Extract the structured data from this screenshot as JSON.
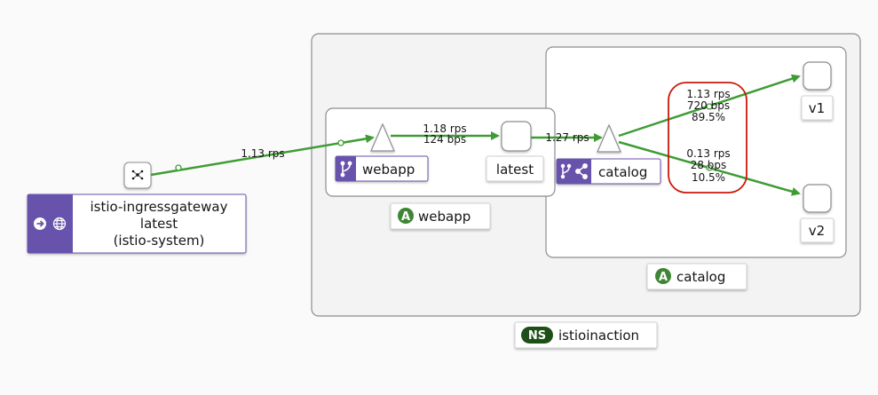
{
  "colors": {
    "edge": "#3f9c35",
    "highlight": "#c9190b",
    "app_badge": "#3e8635",
    "ns_badge": "#1e4f18",
    "service_purple": "#6753ac",
    "box_border": "#8a8d90",
    "box_fill": "#f3f3f3"
  },
  "ingress": {
    "name": "istio-ingressgateway",
    "version": "latest",
    "namespace": "(istio-system)",
    "icons": [
      "arrow-circle-right-icon",
      "globe-network-icon"
    ],
    "edge_label": "1.13 rps"
  },
  "webapp_app": {
    "badge": "A",
    "name": "webapp",
    "service_label": "webapp",
    "service_icon": "branch-icon",
    "workload_label": "latest",
    "edge_label": [
      "1.18 rps",
      "124 bps"
    ]
  },
  "catalog_app": {
    "badge": "A",
    "name": "catalog",
    "service_label": "catalog",
    "service_icons": [
      "branch-icon",
      "share-icon"
    ],
    "edge_label": "1.27 rps",
    "v1": {
      "label": "v1",
      "traffic": [
        "1.13 rps",
        "720 bps",
        "89.5%"
      ]
    },
    "v2": {
      "label": "v2",
      "traffic": [
        "0.13 rps",
        "28 bps",
        "10.5%"
      ]
    }
  },
  "namespace": {
    "badge": "NS",
    "name": "istioinaction"
  }
}
